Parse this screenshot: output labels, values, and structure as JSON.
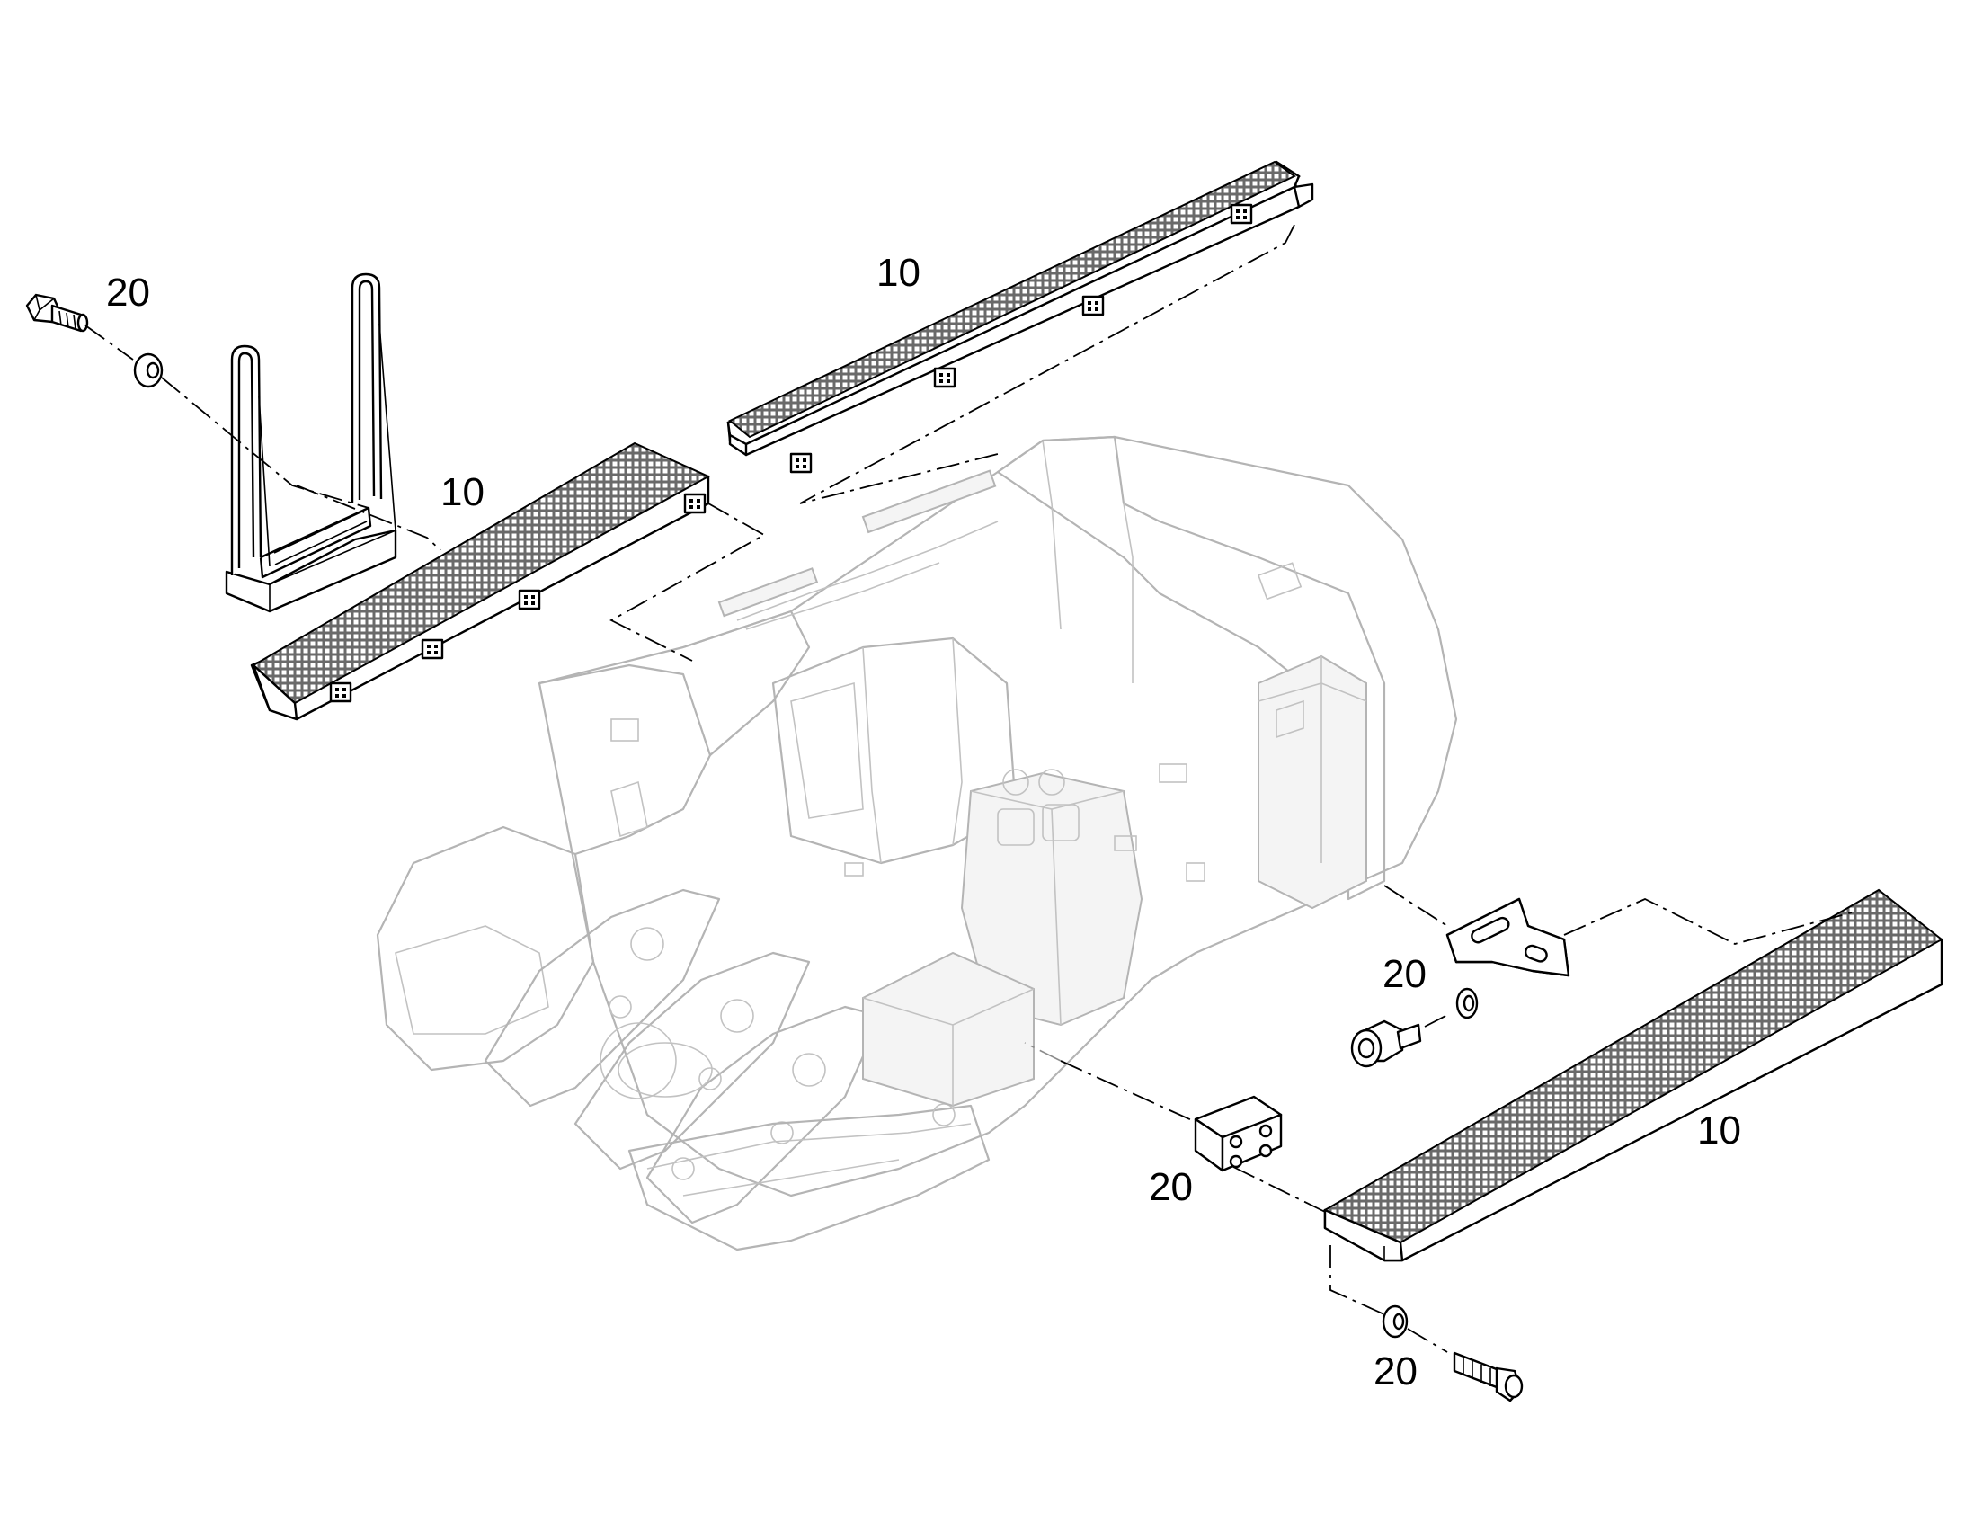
{
  "callouts": {
    "step_top": "10",
    "step_left": "10",
    "step_right": "10",
    "bolt_top_left": "20",
    "bracket_right": "20",
    "spacer_block": "20",
    "bolt_bottom_right": "20"
  }
}
